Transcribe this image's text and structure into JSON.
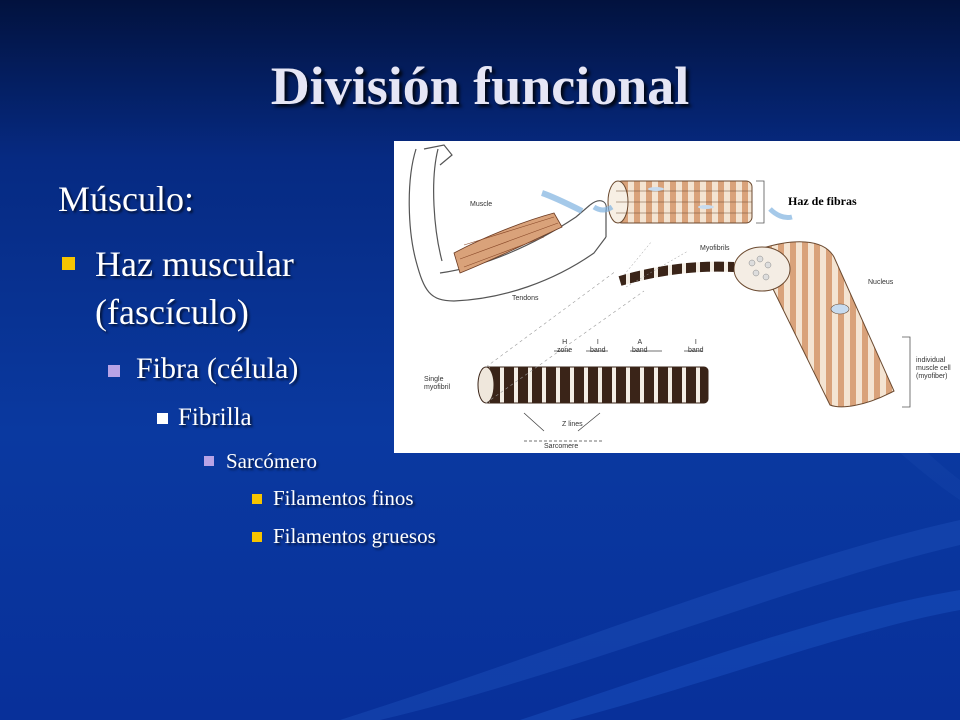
{
  "slide": {
    "title": "División funcional",
    "outline": {
      "level0": "Músculo:",
      "level1_line1": "Haz muscular",
      "level1_line2": "(fascículo)",
      "level2": "Fibra (célula)",
      "level3": "Fibrilla",
      "level4": "Sarcómero",
      "level5": [
        "Filamentos finos",
        "Filamentos gruesos"
      ]
    },
    "colors": {
      "bullet_primary": "#f6c400",
      "bullet_secondary": "#b8a3e6",
      "bullet_tertiary": "#ffffff",
      "background": "#0a39a0",
      "fiber_tan": "#d9a27a"
    }
  },
  "figure": {
    "haz_label": "Haz de fibras",
    "labels": {
      "muscle": "Muscle",
      "tendons": "Tendons",
      "myofibrils": "Myofibrils",
      "nucleus": "Nucleus",
      "single": "Single",
      "myofibril": "myofibril",
      "h": "H",
      "zone": "zone",
      "i1": "I",
      "band1": "band",
      "a": "A",
      "band2": "band",
      "i2": "I",
      "band3": "band",
      "z_lines": "Z lines",
      "sarcomere": "Sarcomere",
      "individual": "individual",
      "muscle_cell": "muscle cell",
      "myofiber": "(myofiber)"
    }
  }
}
